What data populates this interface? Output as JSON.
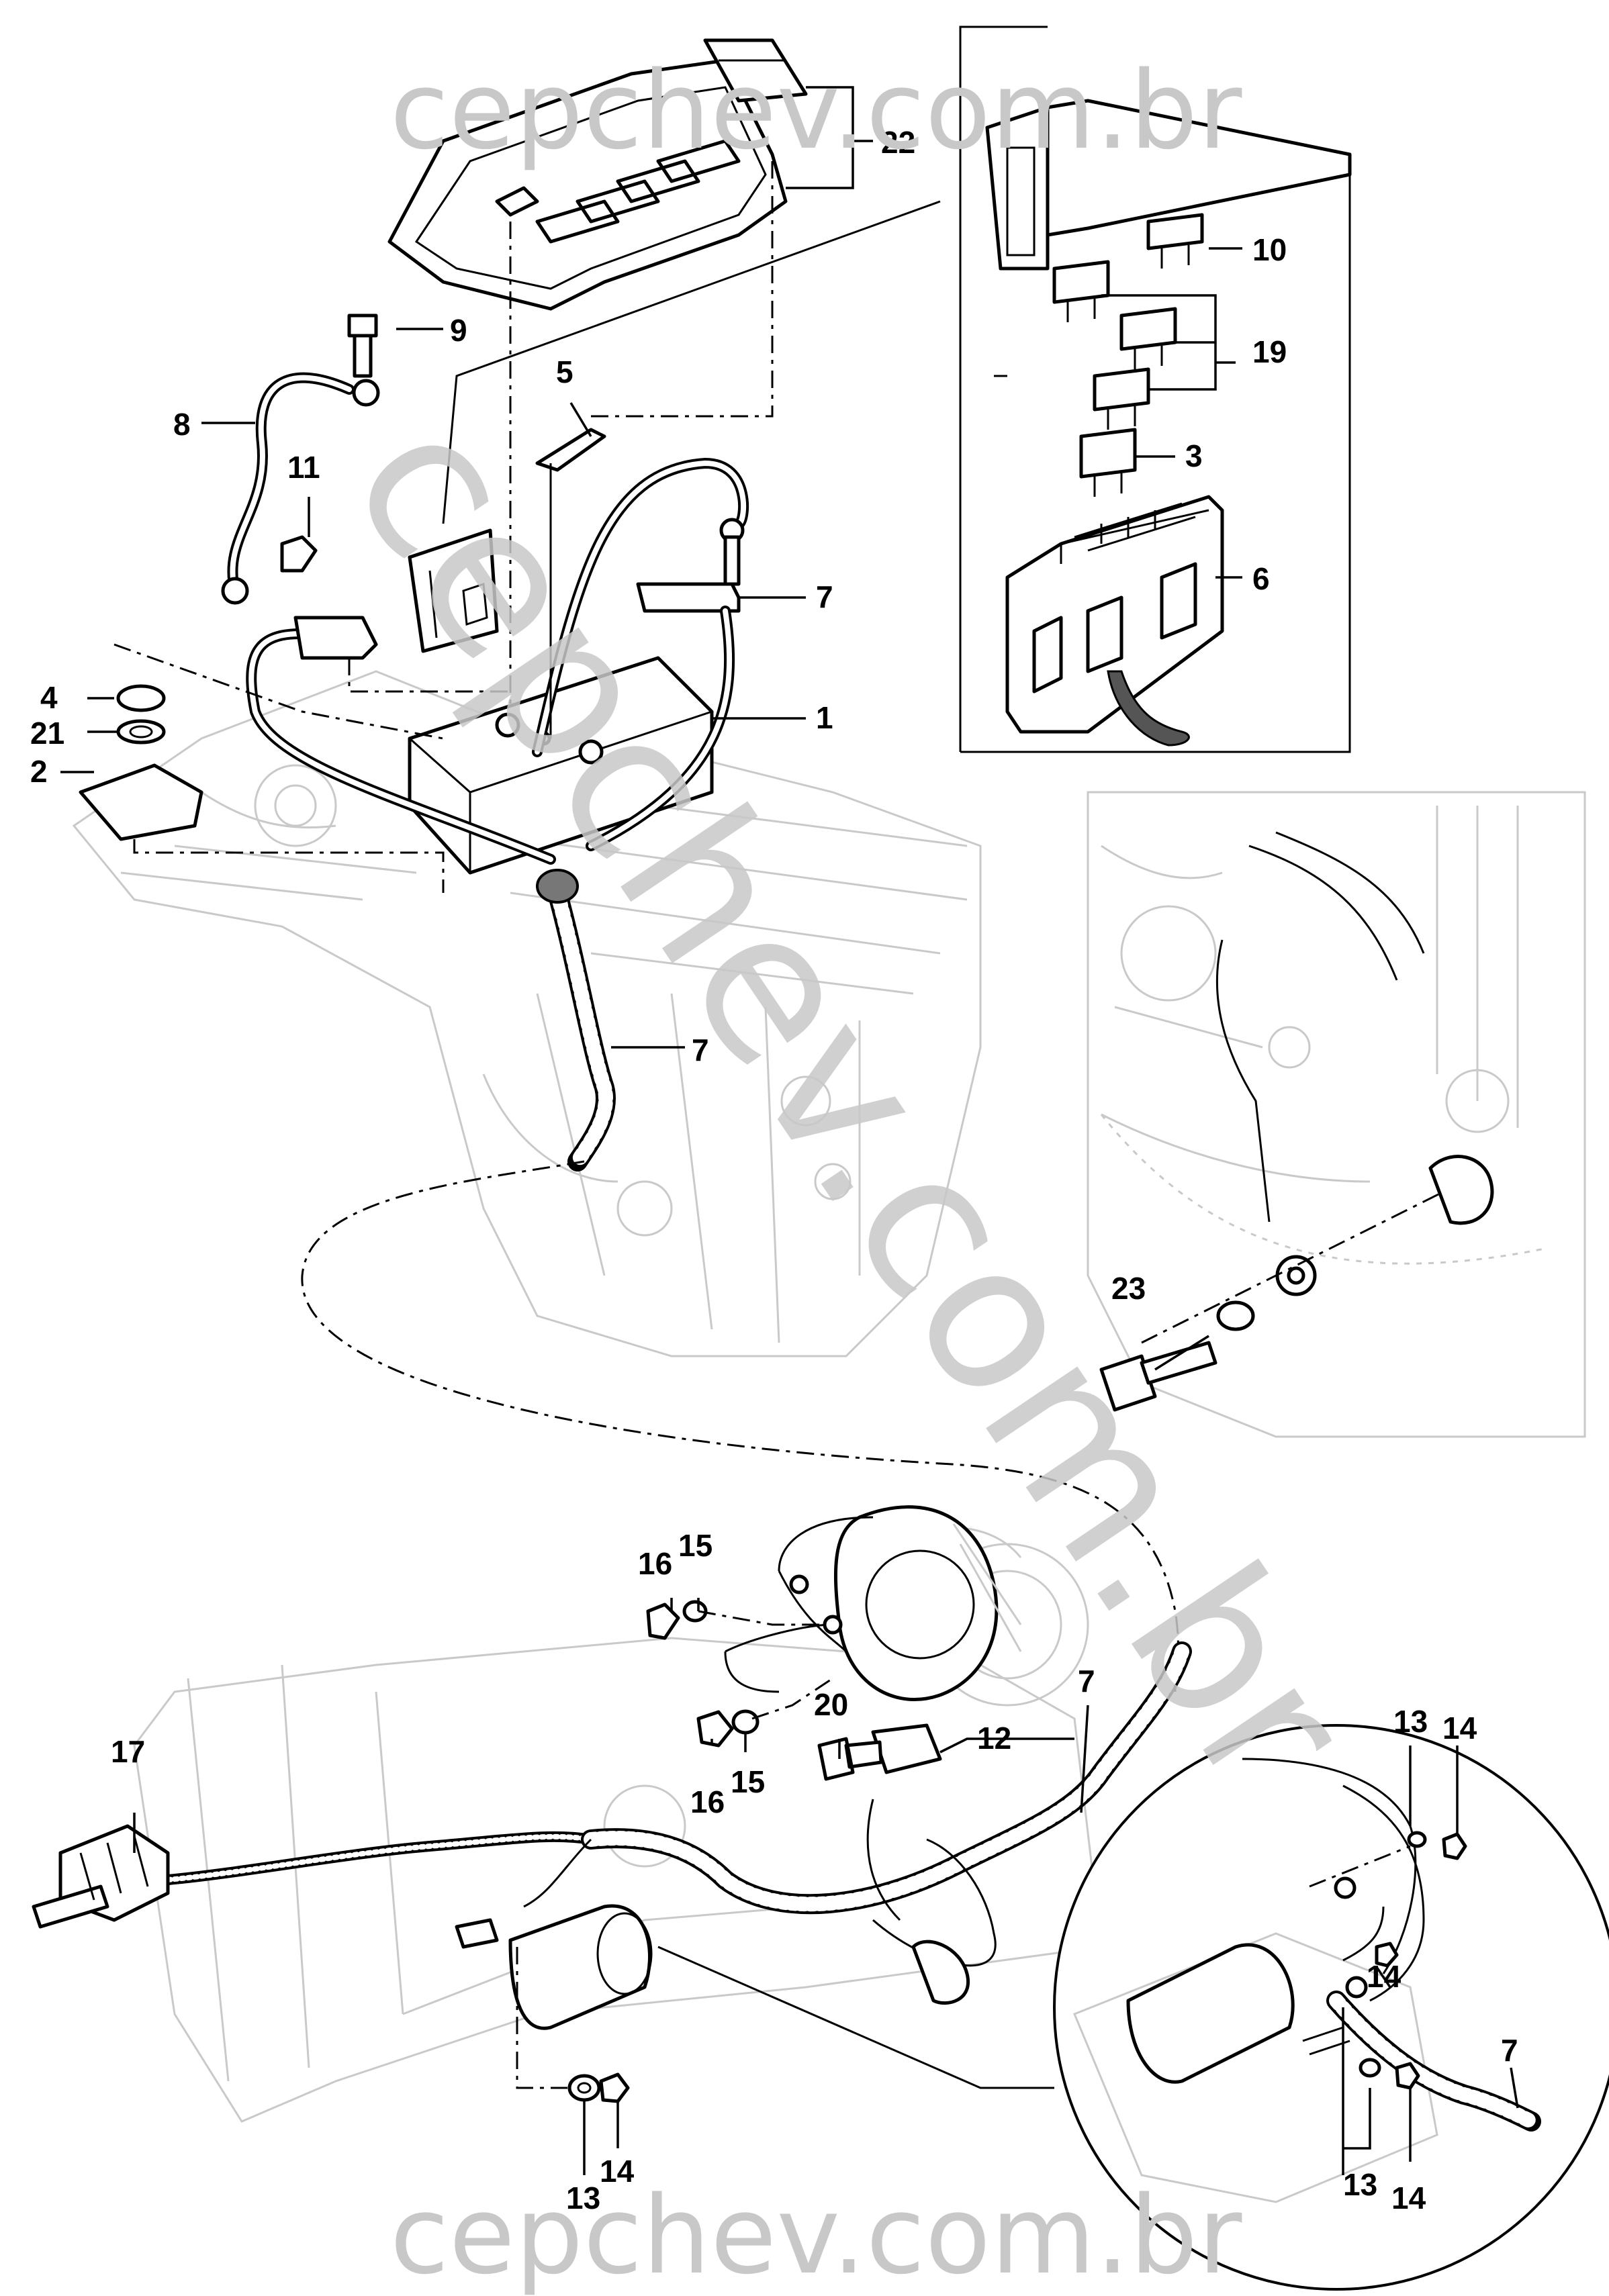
{
  "watermarks": {
    "top": "cepchev.com.br",
    "bottom": "cepchev.com.br",
    "diagonal": "cepchev.com.br"
  },
  "callouts": {
    "c1": "1",
    "c2": "2",
    "c3": "3",
    "c4": "4",
    "c5": "5",
    "c6": "6",
    "c7a": "7",
    "c7b": "7",
    "c7c": "7",
    "c7d": "7",
    "c8": "8",
    "c9": "9",
    "c10": "10",
    "c11": "11",
    "c12": "12",
    "c13a": "13",
    "c13b": "13",
    "c13c": "13",
    "c14a": "14",
    "c14b": "14",
    "c14c": "14",
    "c14d": "14",
    "c15a": "15",
    "c15b": "15",
    "c16a": "16",
    "c16b": "16",
    "c17": "17",
    "c19": "19",
    "c20": "20",
    "c21": "21",
    "c22": "22",
    "c23": "23"
  }
}
